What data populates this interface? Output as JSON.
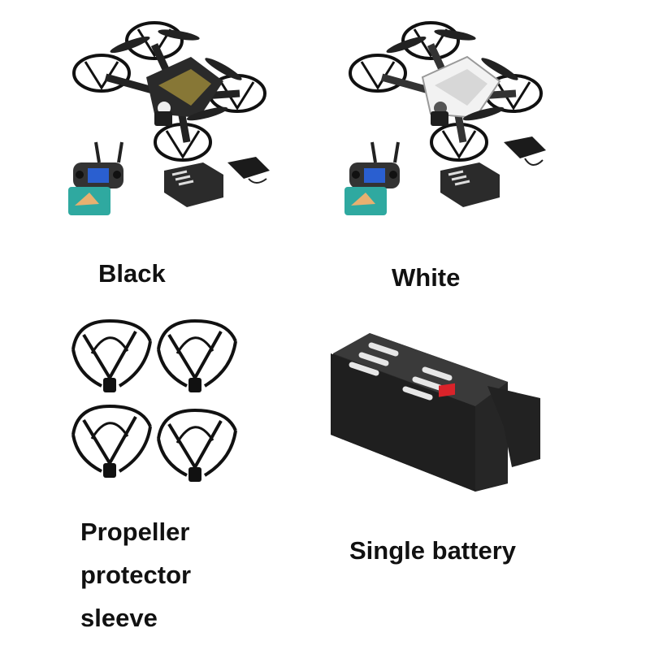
{
  "options": [
    {
      "id": "black",
      "label": "Black",
      "drone_color": "#2a2a2a",
      "accent": "#e3c341"
    },
    {
      "id": "white",
      "label": "White",
      "drone_color": "#f2f2f2",
      "accent": "#9a9a9a"
    }
  ],
  "accessories": [
    {
      "id": "propeller-guard",
      "label_lines": [
        "Propeller",
        "protector",
        "sleeve"
      ]
    },
    {
      "id": "battery",
      "label": "Single battery"
    }
  ],
  "colors": {
    "text": "#111111",
    "battery": "#2b2b2b",
    "battery_plug": "#d9232a",
    "guard": "#111111"
  }
}
